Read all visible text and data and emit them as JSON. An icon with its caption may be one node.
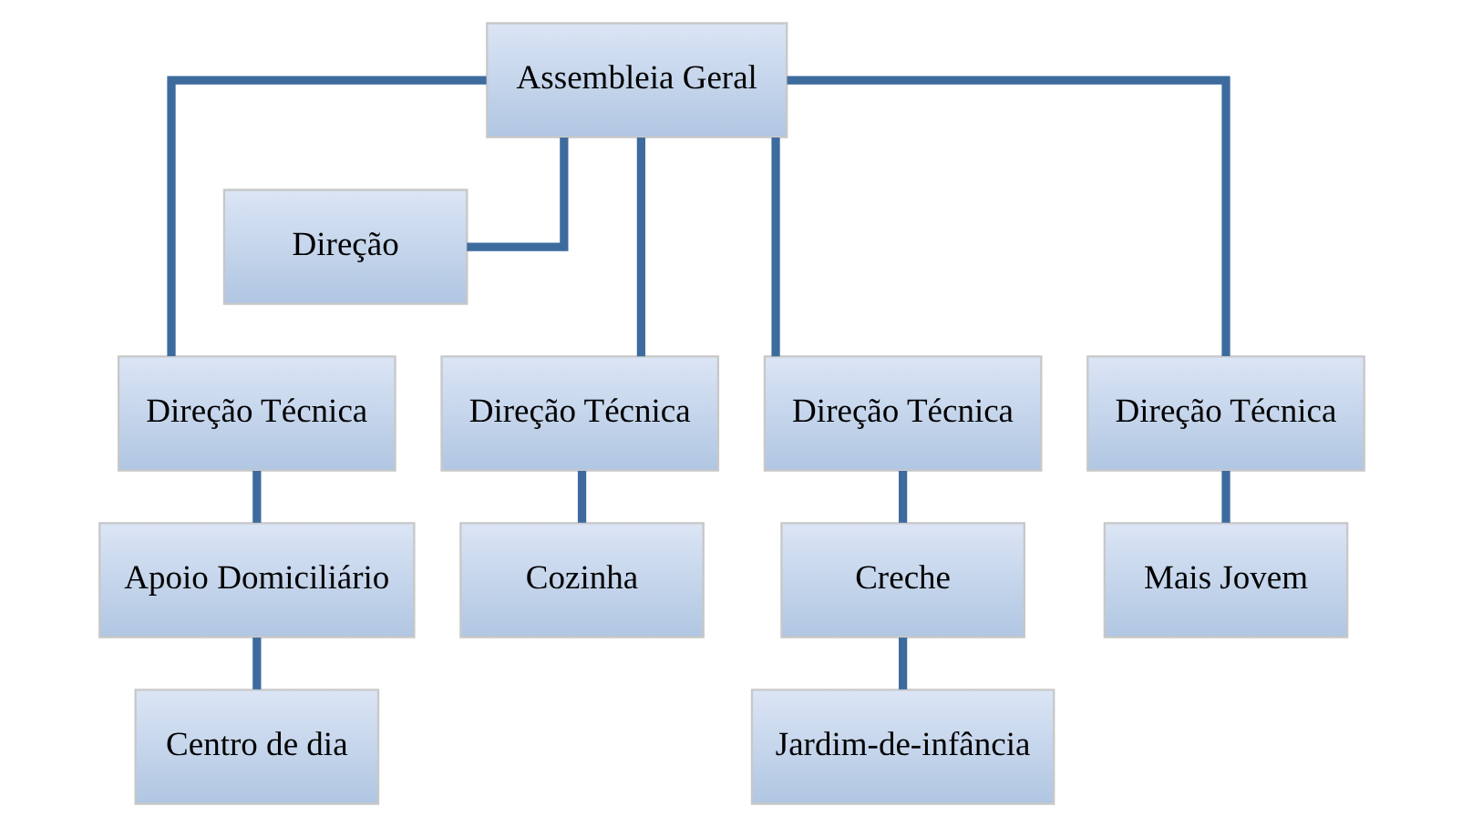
{
  "diagram": {
    "nodes": [
      {
        "text": [
          "Assembleia Geral"
        ]
      },
      {
        "text": [
          "Direção"
        ]
      },
      {
        "text": [
          "Direção Técnica"
        ]
      },
      {
        "text": [
          "Direção Técnica"
        ]
      },
      {
        "text": [
          "Direção Técnica"
        ]
      },
      {
        "text": [
          "Direção Técnica"
        ]
      },
      {
        "text": [
          "Apoio Domiciliário"
        ]
      },
      {
        "text": [
          "Cozinha"
        ]
      },
      {
        "text": [
          "Creche"
        ]
      },
      {
        "text": [
          "Mais Jovem"
        ]
      },
      {
        "text": [
          "Centro de dia"
        ]
      },
      {
        "text": [
          "Jardim-de-infância"
        ]
      }
    ],
    "edges": [
      {
        "from": 0,
        "to": 1,
        "arrow": "none"
      },
      {
        "from": 0,
        "to": 2,
        "arrow": "none"
      },
      {
        "from": 0,
        "to": 3,
        "arrow": "none"
      },
      {
        "from": 0,
        "to": 4,
        "arrow": "none"
      },
      {
        "from": 0,
        "to": 5,
        "arrow": "none"
      },
      {
        "from": 2,
        "to": 6,
        "arrow": "none"
      },
      {
        "from": 3,
        "to": 7,
        "arrow": "none"
      },
      {
        "from": 4,
        "to": 8,
        "arrow": "none"
      },
      {
        "from": 5,
        "to": 9,
        "arrow": "none"
      },
      {
        "from": 6,
        "to": 10,
        "arrow": "none"
      },
      {
        "from": 8,
        "to": 11,
        "arrow": "none"
      }
    ]
  }
}
